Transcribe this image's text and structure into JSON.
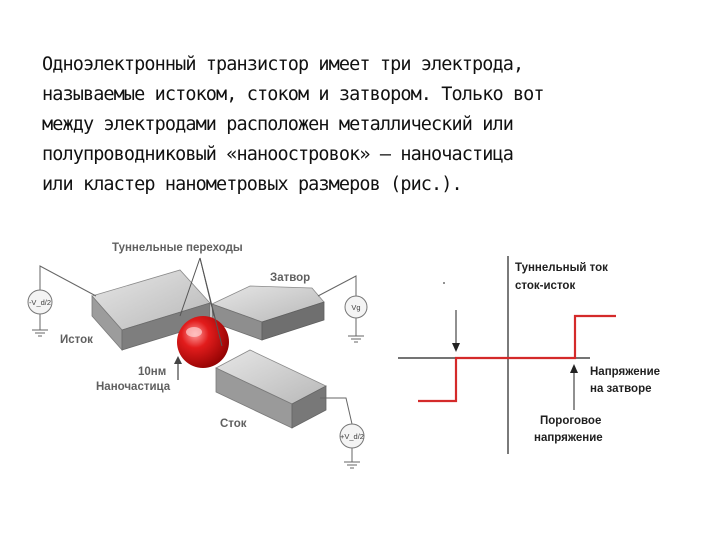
{
  "text": {
    "lines": [
      "Одноэлектронный транзистор имеет три электрода,",
      "называемые истоком, стоком и затвором. Только вот",
      "между электродами расположен металлический или",
      "полупроводниковый «наноостровок» – наночастица",
      "или кластер нанометровых размеров (рис.)."
    ]
  },
  "device": {
    "tunnel_junctions": "Туннельные переходы",
    "gate": "Затвор",
    "source": "Исток",
    "drain": "Сток",
    "size": "10нм",
    "nanoparticle": "Наночастица",
    "v_source": "-V_d/2",
    "v_gate": "Vg",
    "v_drain": "+V_d/2"
  },
  "graph": {
    "y_label_line1": "Туннельный ток",
    "y_label_line2": "сток-исток",
    "x_label_line1": "Напряжение",
    "x_label_line2": "на затворе",
    "threshold_line1": "Пороговое",
    "threshold_line2": "напряжение",
    "curve_color": "#d42a2a"
  }
}
